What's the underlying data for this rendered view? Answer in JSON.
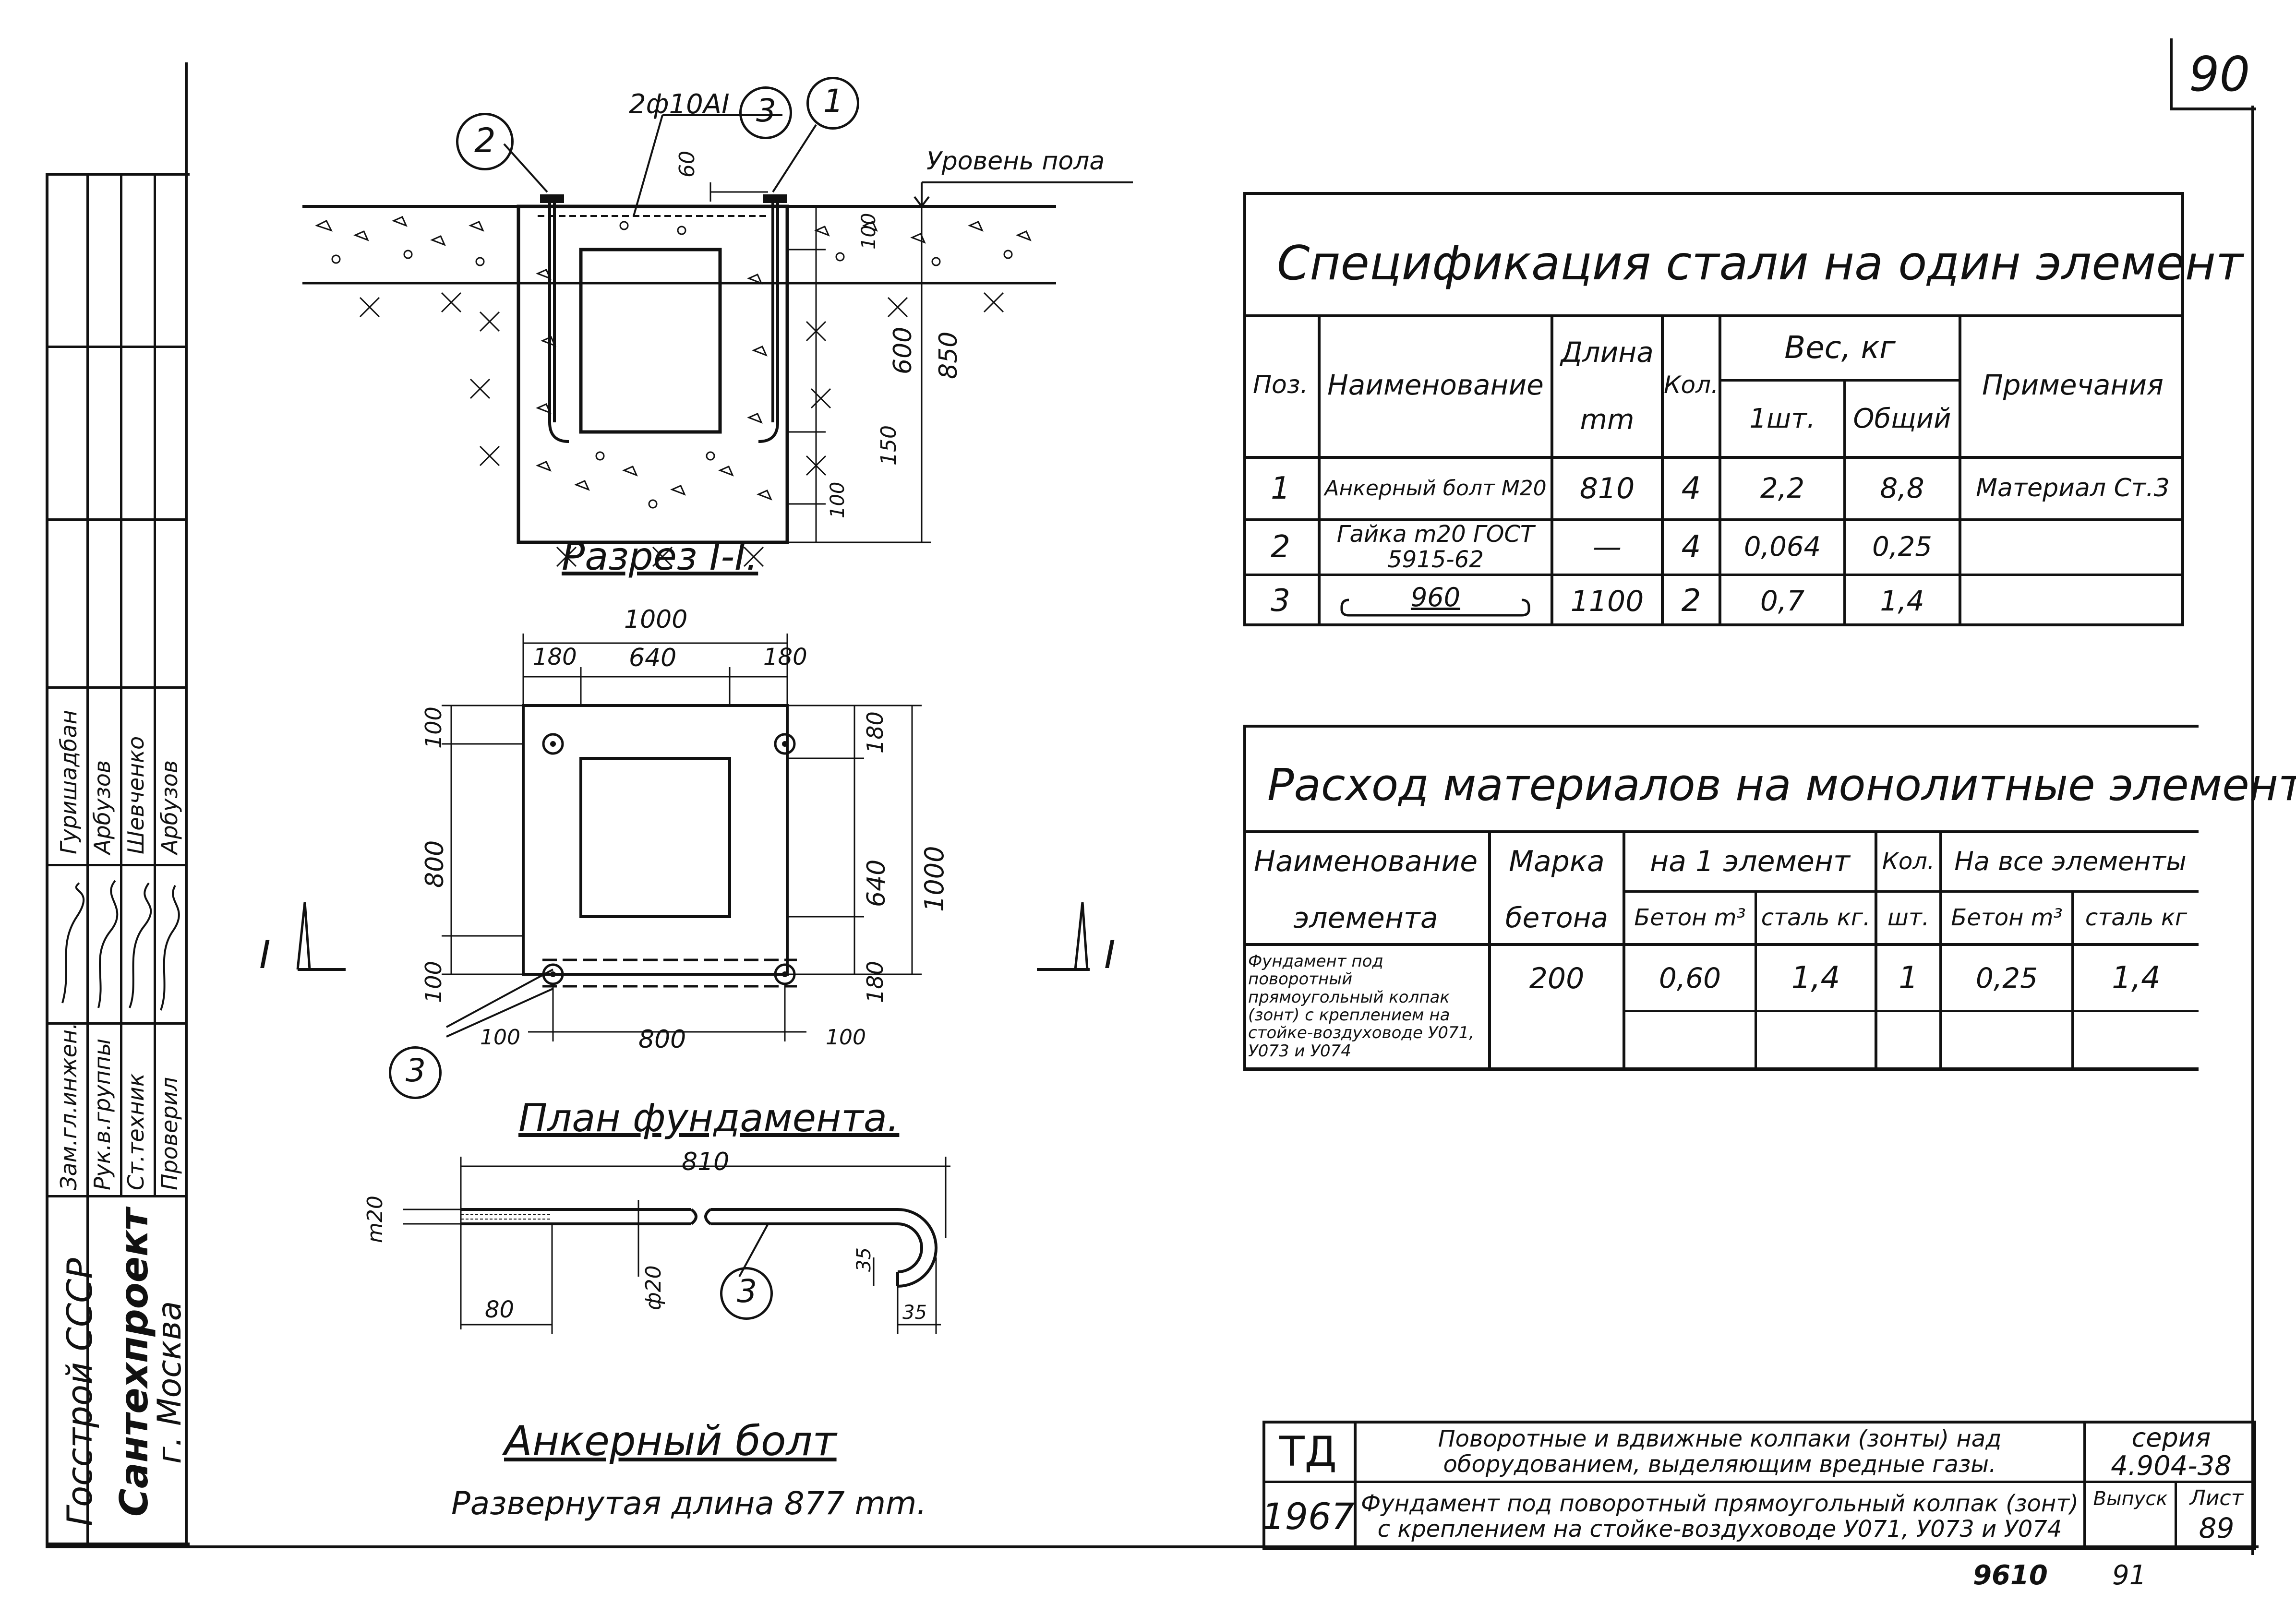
{
  "sheet_number": "90",
  "footer": {
    "code": "9610",
    "page": "91"
  },
  "stamp": {
    "org1": "Госстрой СССР",
    "org2": "Сантехпроект",
    "city": "г. Москва",
    "roles": [
      "Зам.гл.инжен.",
      "Рук.в.группы",
      "Ст.техник",
      "Проверил"
    ],
    "names": [
      "Гуришадбан",
      "Арбузов",
      "Шевченко",
      "Арбузов"
    ]
  },
  "drawing": {
    "section_title": "Разрез I-I.",
    "plan_title": "План фундамента.",
    "bolt_title": "Анкерный болт",
    "bolt_length": "Развернутая длина 877 mm.",
    "floor_level": "Уровень пола",
    "rebar_label": "2ф10АI",
    "section_mark": "I",
    "callouts": [
      "1",
      "2",
      "3"
    ],
    "section_dims": {
      "d60": "60",
      "d100": "100",
      "d600": "600",
      "d150": "150",
      "d850": "850",
      "d100b": "100"
    },
    "plan_dims": {
      "overall_w": "1000",
      "edge_l": "180",
      "mid": "640",
      "edge_r": "180",
      "left_top": "100",
      "left_mid": "800",
      "left_bot": "100",
      "right_top": "180",
      "right_mid": "640",
      "right_bot": "180",
      "overall_h": "1000",
      "bottom_l": "100",
      "bottom_mid": "800",
      "bottom_r": "100"
    },
    "bolt_dims": {
      "total": "810",
      "thread": "m20",
      "tail": "80",
      "dia": "ф20",
      "hook_h": "35",
      "hook_w": "35"
    }
  },
  "spec_table": {
    "title": "Спецификация стали на один элемент",
    "headers": {
      "pos": "Поз.",
      "name": "Наименование",
      "length": "Длина",
      "length_unit": "mm",
      "qty": "Кол.",
      "weight": "Вес, кг",
      "w_one": "1шт.",
      "w_total": "Общий",
      "notes": "Примечания"
    },
    "rows": [
      {
        "pos": "1",
        "name": "Анкерный болт M20",
        "length": "810",
        "qty": "4",
        "w_one": "2,2",
        "w_total": "8,8",
        "notes": "Материал Ст.3"
      },
      {
        "pos": "2",
        "name": "Гайка m20 ГОСТ 5915-62",
        "length": "—",
        "qty": "4",
        "w_one": "0,064",
        "w_total": "0,25",
        "notes": ""
      },
      {
        "pos": "3",
        "name": "960",
        "length": "1100",
        "qty": "2",
        "w_one": "0,7",
        "w_total": "1,4",
        "notes": ""
      }
    ]
  },
  "material_table": {
    "title": "Расход материалов на монолитные элементы",
    "headers": {
      "name1": "Наименование",
      "name2": "элемента",
      "grade1": "Марка",
      "grade2": "бетона",
      "per_one": "на 1 элемент",
      "concrete": "Бетон m³",
      "steel": "сталь кг.",
      "qty": "Кол.",
      "qty_unit": "шт.",
      "all": "На все элементы",
      "all_concrete": "Бетон m³",
      "all_steel": "сталь кг"
    },
    "row": {
      "name": "Фундамент под поворотный прямоугольный колпак (зонт) с креплением на стойке-воздуховоде У071, У073 и У074",
      "grade": "200",
      "concrete": "0,60",
      "steel": "1,4",
      "qty": "1",
      "all_concrete": "0,25",
      "all_steel": "1,4"
    }
  },
  "title_block": {
    "td": "ТД",
    "year": "1967",
    "line1": "Поворотные и вдвижные колпаки (зонты) над оборудованием, выделяющим вредные газы.",
    "line2": "Фундамент под поворотный прямоугольный колпак (зонт) с креплением на стойке-воздуховоде У071, У073 и У074",
    "series_label": "серия",
    "series_value": "4.904-38",
    "issue_label": "Выпуск",
    "sheet_label": "Лист",
    "sheet_value": "89"
  }
}
